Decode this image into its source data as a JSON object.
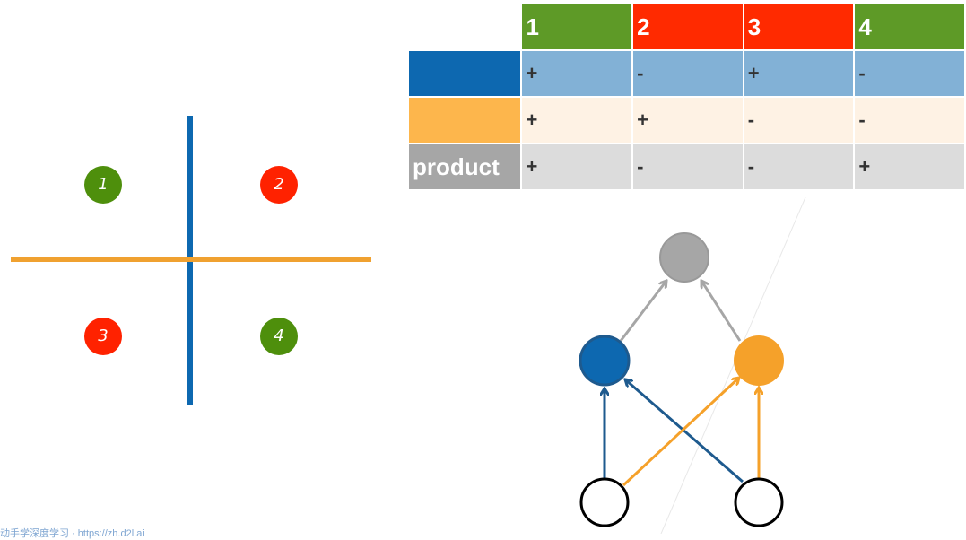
{
  "quadrants": [
    {
      "label": "1",
      "color": "#4e8f0c"
    },
    {
      "label": "2",
      "color": "#ff2200"
    },
    {
      "label": "3",
      "color": "#ff2200"
    },
    {
      "label": "4",
      "color": "#4e8f0c"
    }
  ],
  "table": {
    "headers": [
      "1",
      "2",
      "3",
      "4"
    ],
    "rows": [
      {
        "label": "",
        "color": "#0d68b0",
        "values": [
          "+",
          "-",
          "+",
          "-"
        ]
      },
      {
        "label": "",
        "color": "#fdb64c",
        "values": [
          "+",
          "+",
          "-",
          "-"
        ]
      },
      {
        "label": "product",
        "color": "#a6a6a6",
        "values": [
          "+",
          "-",
          "-",
          "+"
        ]
      }
    ]
  },
  "network": {
    "nodes": [
      "output",
      "hidden-blue",
      "hidden-orange",
      "input-left",
      "input-right"
    ],
    "colors": {
      "output": "#a6a6a6",
      "blue": "#0d68b0",
      "orange": "#f5a12a",
      "edge_blue": "#1e5a8e"
    }
  },
  "footer": {
    "text": "动手学深度学习 · https://zh.d2l.ai"
  }
}
